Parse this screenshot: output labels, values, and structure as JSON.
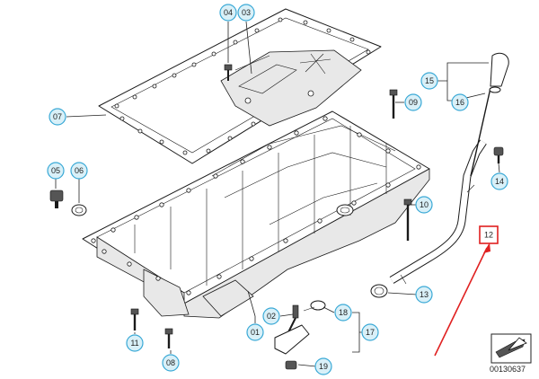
{
  "callouts": [
    {
      "id": "c04",
      "label": "04"
    },
    {
      "id": "c03",
      "label": "03"
    },
    {
      "id": "c07",
      "label": "07"
    },
    {
      "id": "c15",
      "label": "15"
    },
    {
      "id": "c16",
      "label": "16"
    },
    {
      "id": "c09",
      "label": "09"
    },
    {
      "id": "c05",
      "label": "05"
    },
    {
      "id": "c06",
      "label": "06"
    },
    {
      "id": "c14",
      "label": "14"
    },
    {
      "id": "c10",
      "label": "10"
    },
    {
      "id": "c13",
      "label": "13"
    },
    {
      "id": "c02",
      "label": "02"
    },
    {
      "id": "c18",
      "label": "18"
    },
    {
      "id": "c01",
      "label": "01"
    },
    {
      "id": "c17",
      "label": "17"
    },
    {
      "id": "c11",
      "label": "11"
    },
    {
      "id": "c08",
      "label": "08"
    },
    {
      "id": "c19",
      "label": "19"
    }
  ],
  "highlight": {
    "label": "12",
    "color": "#e02020"
  },
  "arrow_color": "#e02020",
  "callout_fill": "#d9f0f8",
  "callout_stroke": "#3aa9d6",
  "image_code": "00130637"
}
